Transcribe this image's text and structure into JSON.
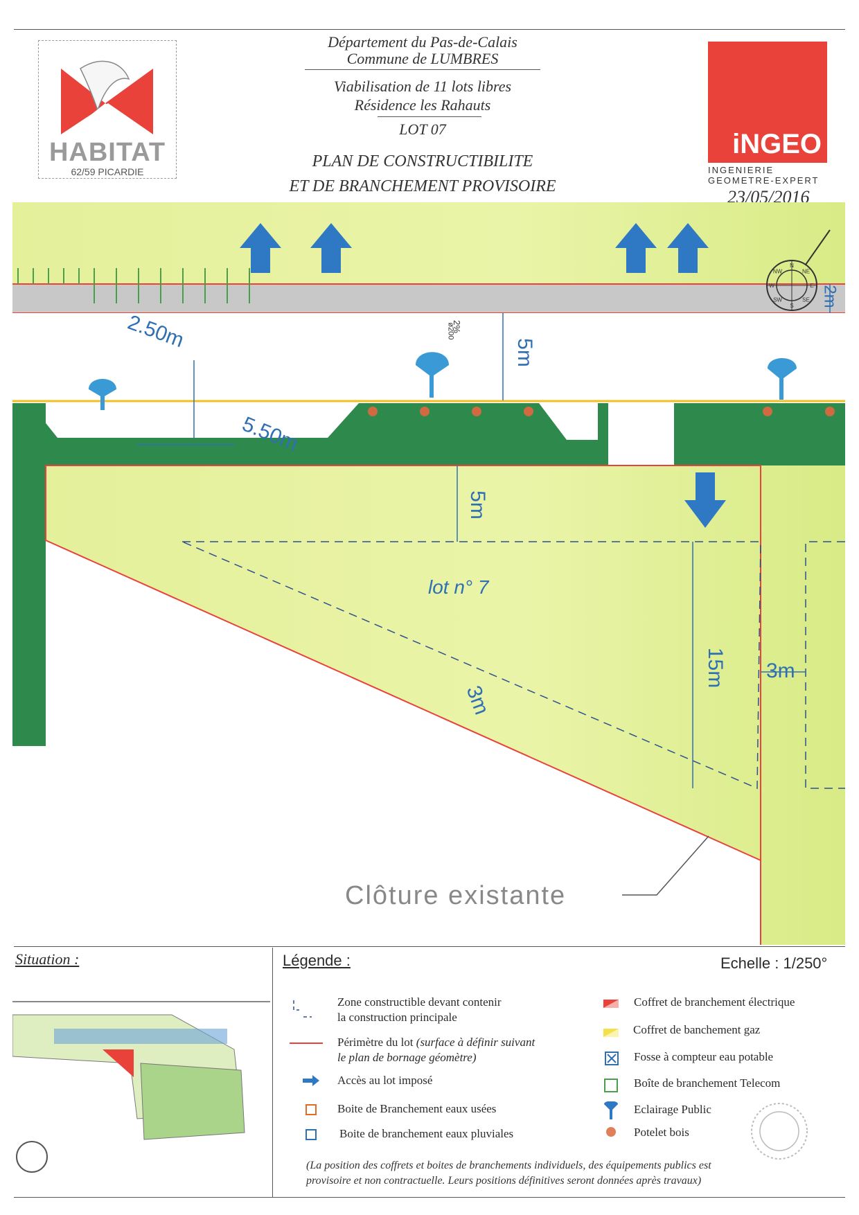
{
  "header": {
    "department": "Département du Pas-de-Calais",
    "commune": "Commune de LUMBRES",
    "project": "Viabilisation de 11 lots libres",
    "residence": "Résidence les Rahauts",
    "lot": "LOT 07",
    "title_line1": "PLAN DE CONSTRUCTIBILITE",
    "title_line2": "ET DE BRANCHEMENT PROVISOIRE",
    "date": "23/05/2016"
  },
  "logos": {
    "habitat_name": "HABITAT",
    "habitat_sub": "62/59 PICARDIE",
    "ingeo_name": "iNGEO",
    "ingeo_line1": "INGENIERIE",
    "ingeo_line2": "GEOMETRE-EXPERT",
    "habitat_color": "#e8423a",
    "ingeo_color": "#e8423a"
  },
  "plan": {
    "lot_label": "lot n° 7",
    "dim_250": "2.50m",
    "dim_550": "5.50m",
    "dim_5m_top": "5m",
    "dim_5m_lot": "5m",
    "dim_15m": "15m",
    "dim_3m_right": "3m",
    "dim_3m_diag": "3m",
    "dim_2m": "2m",
    "slope_label": "2%",
    "pipe_label": "ø200",
    "fence_label": "Clôture existante",
    "compass_labels": [
      "N",
      "NW",
      "NE",
      "W",
      "E",
      "SW",
      "SE",
      "S"
    ],
    "colors": {
      "lot_fill": "#e4f09a",
      "green_space": "#2e8a4c",
      "road": "#c8c8c8",
      "perimeter": "#e8423a",
      "dimension": "#2f6fb3",
      "arrow": "#2f78c4"
    }
  },
  "situation": {
    "title": "Situation :"
  },
  "legend": {
    "title": "Légende :",
    "scale": "Echelle : 1/250°",
    "left_items": [
      {
        "icon": "constructible-zone-icon",
        "line1": "Zone constructible devant contenir",
        "line2": "la construction principale"
      },
      {
        "icon": "lot-perimeter-icon",
        "line1": "Périmètre du lot ",
        "line1_italic": "(surface à définir suivant",
        "line2": "le plan de bornage géomètre)"
      },
      {
        "icon": "access-arrow-icon",
        "line1": "Accès au lot imposé"
      },
      {
        "icon": "wastewater-box-icon",
        "line1": "Boite de Branchement eaux usées"
      },
      {
        "icon": "rainwater-box-icon",
        "line1": "Boite de branchement eaux pluviales"
      }
    ],
    "right_items": [
      {
        "icon": "electric-box-icon",
        "line1": "Coffret de branchement électrique"
      },
      {
        "icon": "gas-box-icon",
        "line1": "Coffret de banchement gaz"
      },
      {
        "icon": "water-meter-pit-icon",
        "line1": "Fosse à compteur eau potable"
      },
      {
        "icon": "telecom-box-icon",
        "line1": "Boîte de branchement Telecom"
      },
      {
        "icon": "public-lighting-icon",
        "line1": "Eclairage  Public"
      },
      {
        "icon": "wooden-post-icon",
        "line1": "Potelet bois"
      }
    ],
    "note_line1": "(La position des coffrets et boites de branchements individuels, des équipements publics est",
    "note_line2": "provisoire et non contractuelle. Leurs positions définitives seront données après travaux)"
  }
}
